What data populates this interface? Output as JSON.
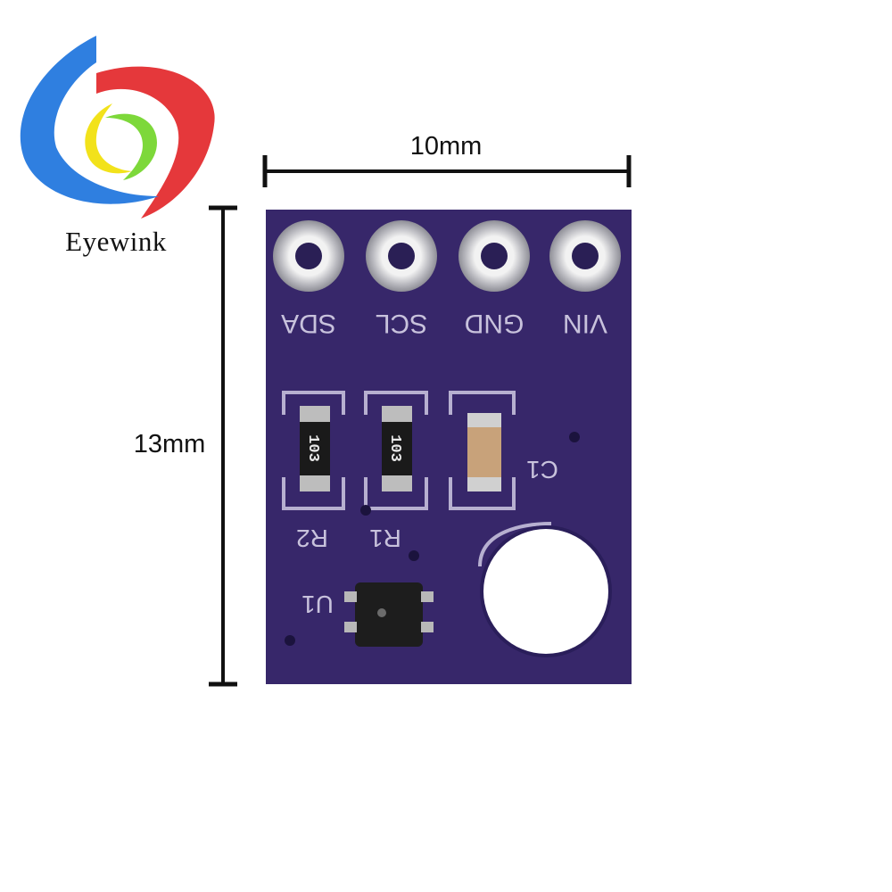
{
  "logo": {
    "text": "Eyewink"
  },
  "dimensions": {
    "width_label": "10mm",
    "height_label": "13mm"
  },
  "board": {
    "color": "#3a2a6e",
    "pins": [
      {
        "label": "SDA"
      },
      {
        "label": "SCL"
      },
      {
        "label": "GND"
      },
      {
        "label": "VIN"
      }
    ],
    "components": {
      "r2": {
        "designator": "R2",
        "code": "103"
      },
      "r1": {
        "designator": "R1",
        "code": "103"
      },
      "c1": {
        "designator": "C1"
      },
      "u1": {
        "designator": "U1"
      }
    }
  }
}
